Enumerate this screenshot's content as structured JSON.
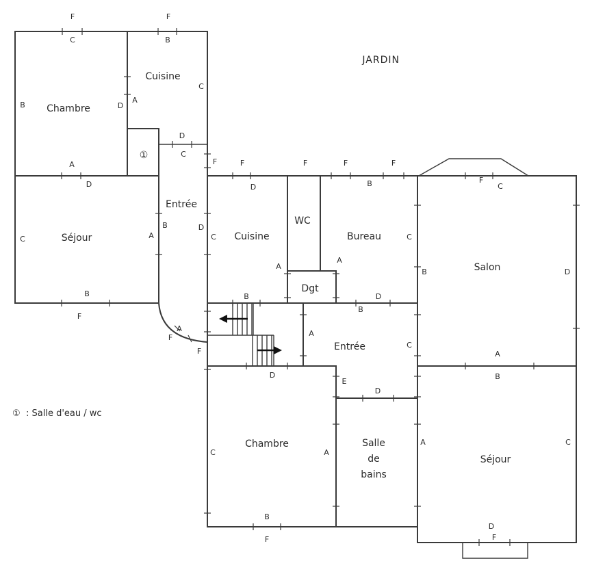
{
  "garden_label": "JARDIN",
  "rooms": {
    "chambre_top": "Chambre",
    "cuisine_top": "Cuisine",
    "sejour_left": "Séjour",
    "entree_top": "Entrée",
    "cuisine_mid": "Cuisine",
    "wc": "WC",
    "bureau": "Bureau",
    "dgt": "Dgt",
    "salon": "Salon",
    "entree_mid": "Entrée",
    "chambre_bottom": "Chambre",
    "salle_de_bains_l1": "Salle",
    "salle_de_bains_l2": "de",
    "salle_de_bains_l3": "bains",
    "sejour_right": "Séjour",
    "salle_eau_marker": "①"
  },
  "legend": {
    "marker": "①",
    "text": ": Salle d'eau / wc"
  },
  "wall_labels": {
    "A": "A",
    "B": "B",
    "C": "C",
    "D": "D",
    "E": "E",
    "F": "F"
  }
}
